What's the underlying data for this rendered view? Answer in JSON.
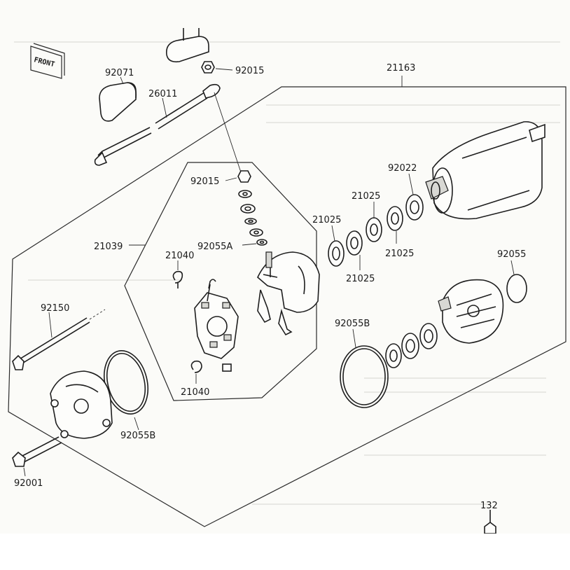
{
  "front_marker": "FRONT",
  "labels": {
    "l92071": "92071",
    "l92015_top": "92015",
    "l21163": "21163",
    "l26011": "26011",
    "l92015_mid": "92015",
    "l92022": "92022",
    "l21025_a": "21025",
    "l21025_b": "21025",
    "l21025_c": "21025",
    "l21025_d": "21025",
    "l21039": "21039",
    "l92055A": "92055A",
    "l21040_top": "21040",
    "l92055": "92055",
    "l92150": "92150",
    "l92055B_right": "92055B",
    "l21040_bottom": "21040",
    "l92055B_left": "92055B",
    "l92001": "92001",
    "l132": "132"
  }
}
